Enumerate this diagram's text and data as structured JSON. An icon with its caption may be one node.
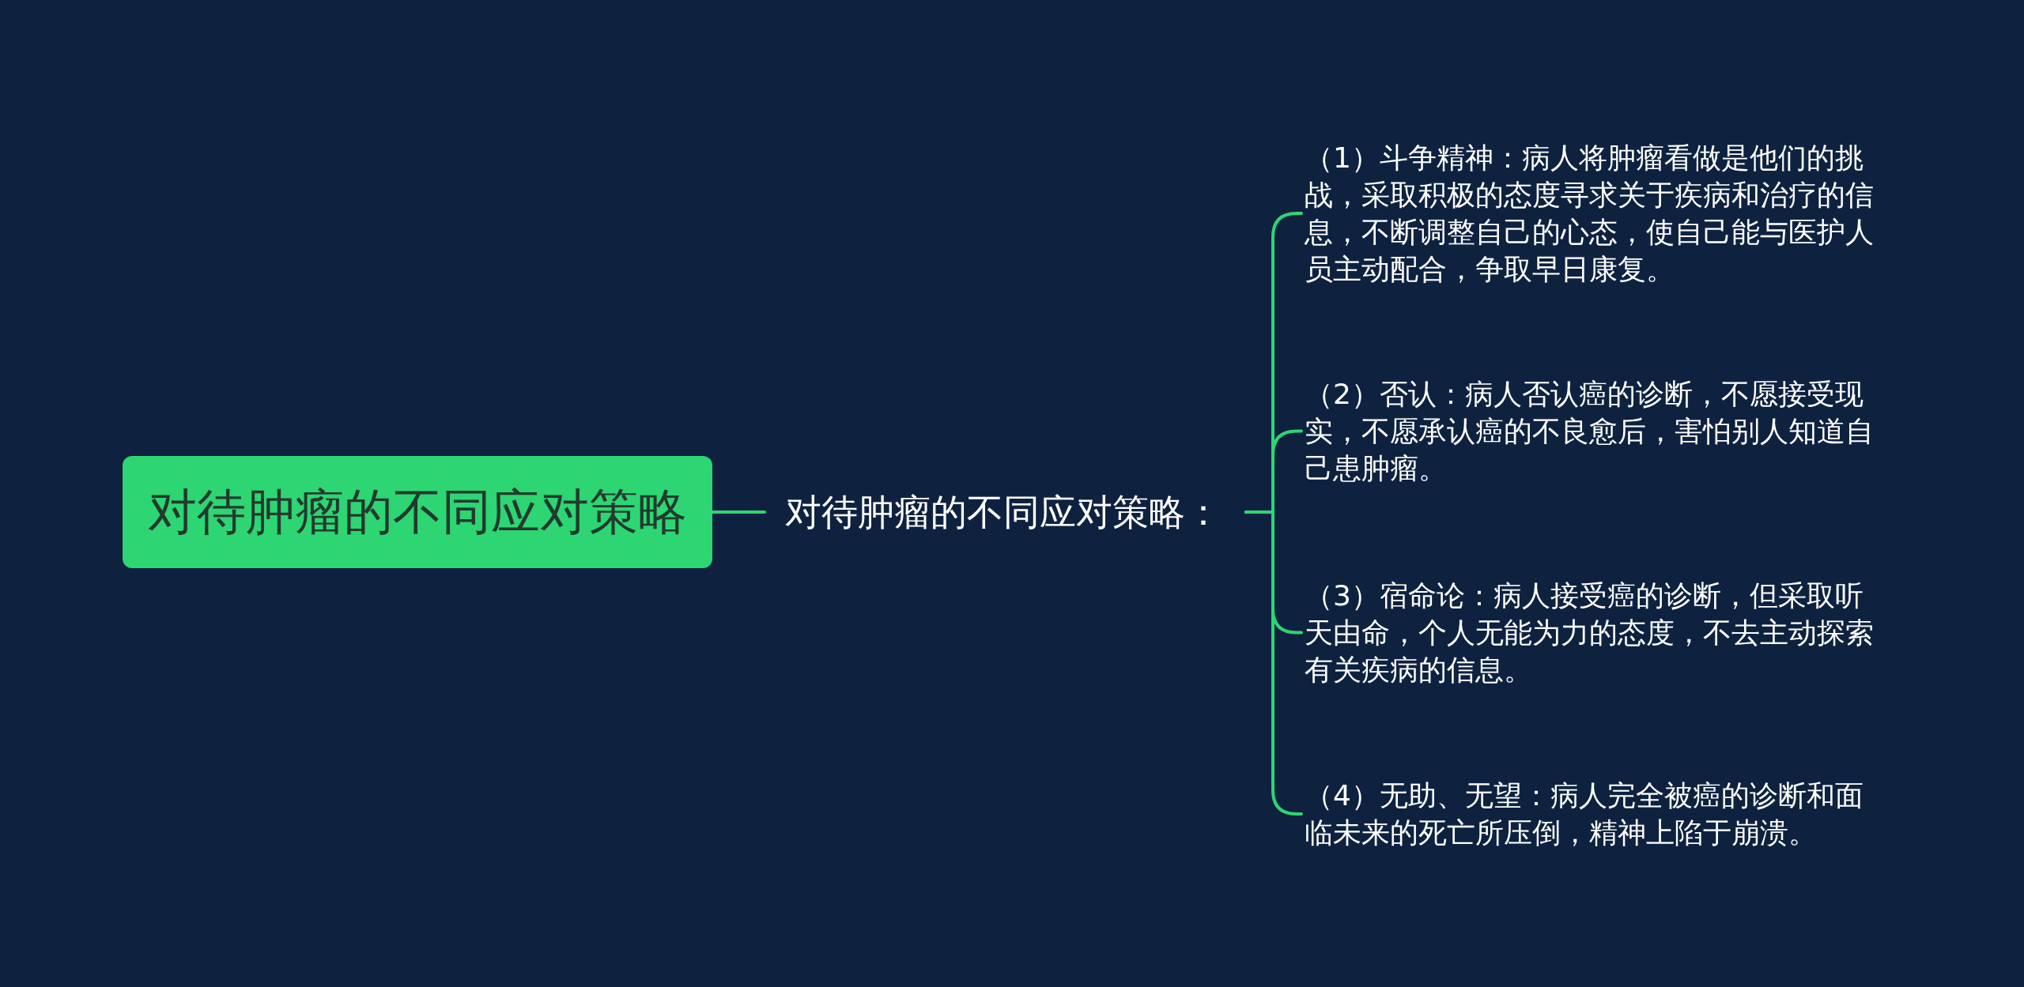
{
  "diagram": {
    "nodes": [
      {
        "text": [
          "对待肿瘤的不同应对策略"
        ]
      },
      {
        "text": [
          "对待肿瘤的不同应对策略："
        ]
      },
      {
        "text": [
          "（1）斗争精神：病人将肿瘤看做是他们的挑战，采取积极的态度寻求关于疾病和治疗的信息，不断调整自己的心态，使自己能与医护人员主动配合，争取早日康复。"
        ]
      },
      {
        "text": [
          "（2）否认：病人否认癌的诊断，不愿接受现实，不愿承认癌的不良愈后，害怕别人知道自己患肿瘤。"
        ]
      },
      {
        "text": [
          "（3）宿命论：病人接受癌的诊断，但采取听天由命，个人无能为力的态度，不去主动探索有关疾病的信息。"
        ]
      },
      {
        "text": [
          "（4）无助、无望：病人完全被癌的诊断和面临未来的死亡所压倒，精神上陷于崩溃。"
        ]
      }
    ],
    "edges": [
      {
        "from": 0,
        "to": 1,
        "arrow": "none"
      },
      {
        "from": 1,
        "to": 2,
        "arrow": "none"
      },
      {
        "from": 1,
        "to": 3,
        "arrow": "none"
      },
      {
        "from": 1,
        "to": 4,
        "arrow": "none"
      },
      {
        "from": 1,
        "to": 5,
        "arrow": "none"
      }
    ]
  }
}
